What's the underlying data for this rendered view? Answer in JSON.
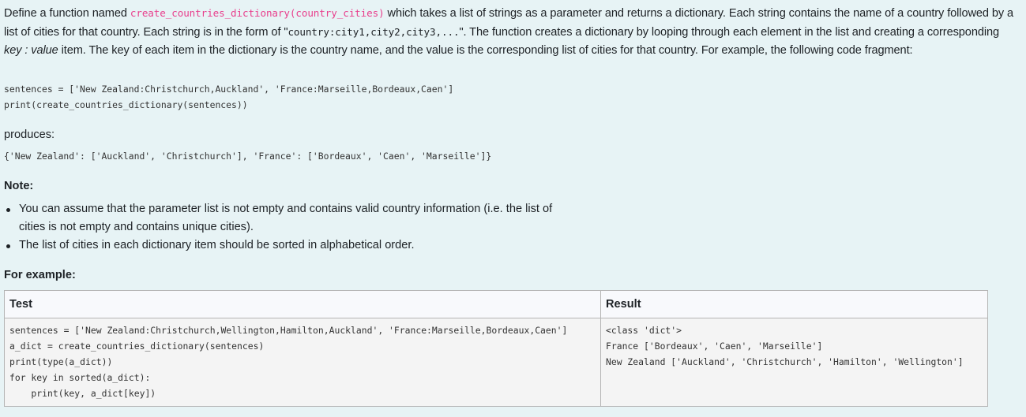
{
  "question": {
    "intro": {
      "p1_before": "Define a function named ",
      "func_signature": "create_countries_dictionary(country_cities)",
      "p1_after": " which takes a list of strings as a parameter and returns a dictionary. Each string contains the name of a country followed by a list of cities for that country. Each string is in the form of \"",
      "format_code": "country:city1,city2,city3,...",
      "p1_after2": "\". The function creates a dictionary by looping through each element in the list and creating a corresponding ",
      "key_value": "key : value",
      "p1_end": " item. The key of each item in the dictionary is the country name, and the value is the corresponding list of cities for that country. For example, the following code fragment:"
    },
    "code_fragment": [
      "sentences = ['New Zealand:Christchurch,Auckland', 'France:Marseille,Bordeaux,Caen']",
      "print(create_countries_dictionary(sentences))"
    ],
    "produces_label": "produces:",
    "output_fragment": "{'New Zealand': ['Auckland', 'Christchurch'], 'France': ['Bordeaux', 'Caen', 'Marseille']}",
    "note_label": "Note:",
    "notes": [
      "You can assume that the parameter list is not empty and contains valid country information (i.e. the list of cities is not empty and contains unique cities).",
      "The list of cities in each dictionary item should be sorted in alphabetical order."
    ],
    "for_example_label": "For example:"
  },
  "examples_table": {
    "headers": [
      "Test",
      "Result"
    ],
    "rows": [
      {
        "test": "sentences = ['New Zealand:Christchurch,Wellington,Hamilton,Auckland', 'France:Marseille,Bordeaux,Caen']\na_dict = create_countries_dictionary(sentences)\nprint(type(a_dict))\nfor key in sorted(a_dict):\n    print(key, a_dict[key])",
        "result": "<class 'dict'>\nFrance ['Bordeaux', 'Caen', 'Marseille']\nNew Zealand ['Auckland', 'Christchurch', 'Hamilton', 'Wellington']"
      }
    ]
  },
  "colors": {
    "page_bg": "#e7f3f5",
    "inline_code": "#e83e8c",
    "table_header_bg": "#f8f9fc",
    "table_body_bg": "#f4f4f4",
    "table_border": "#b5b5b5"
  }
}
